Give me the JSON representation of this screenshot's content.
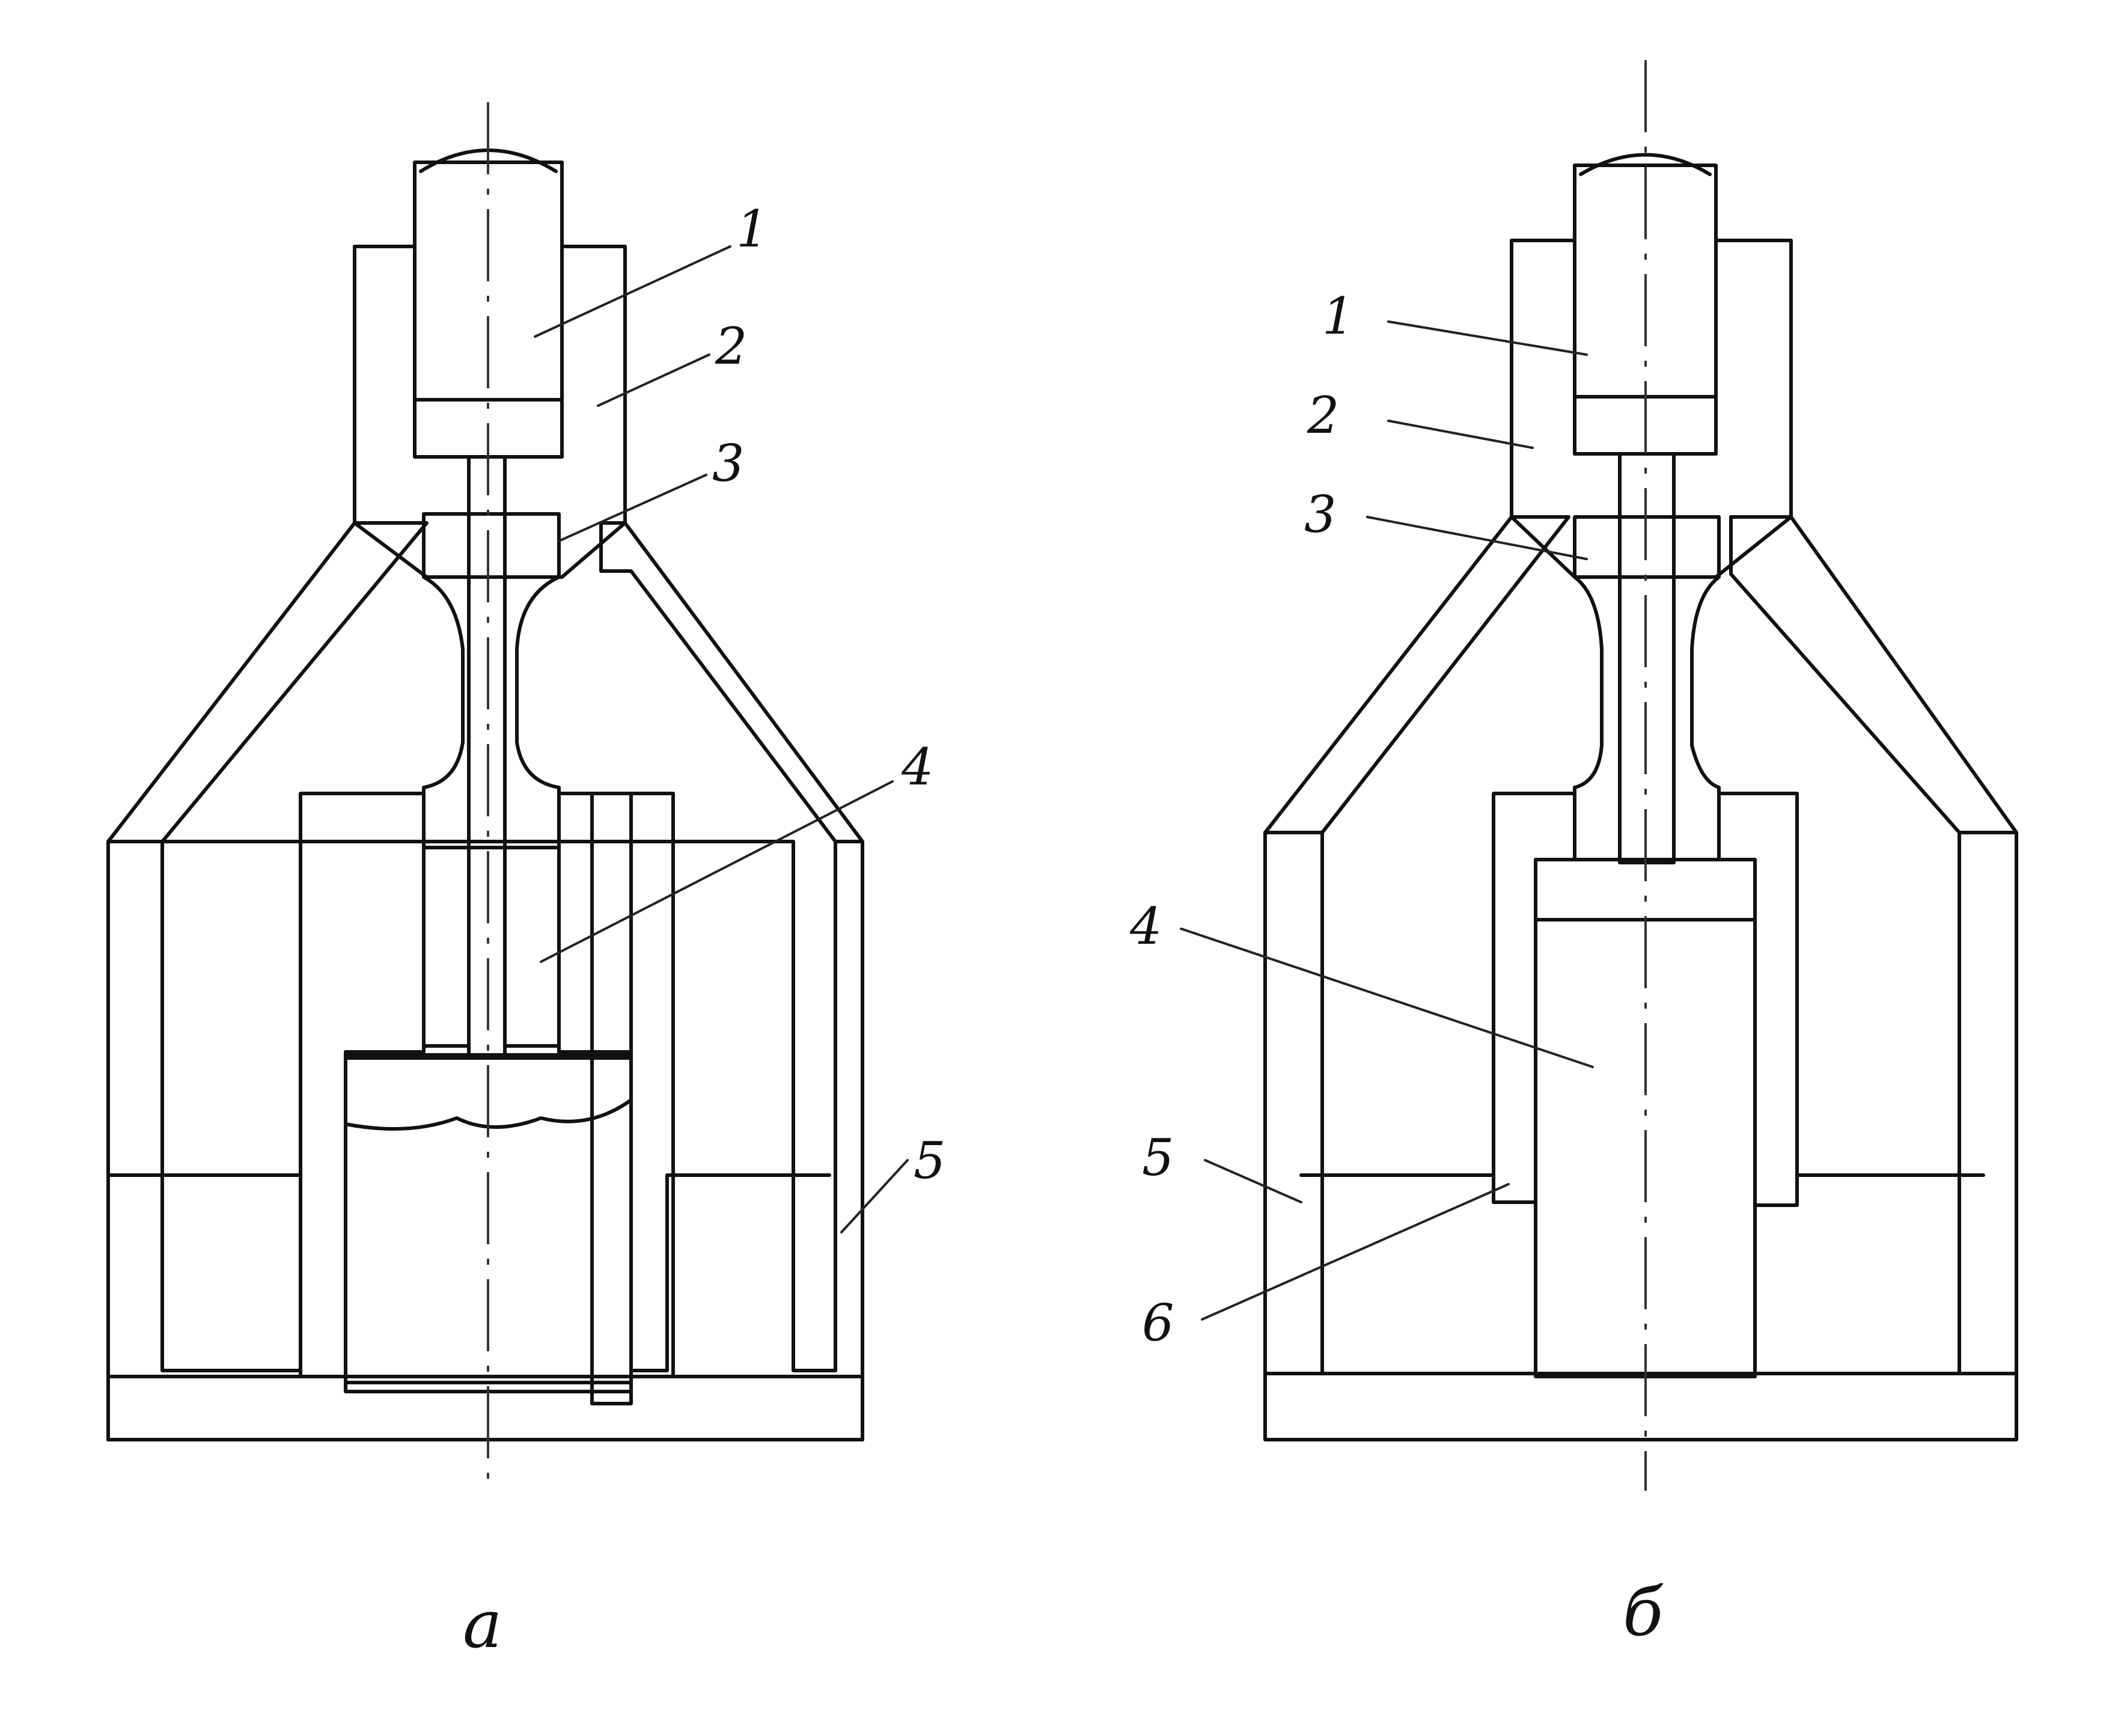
{
  "diagram": {
    "left": {
      "caption": "а",
      "labels": {
        "l1": "1",
        "l2": "2",
        "l3": "3",
        "l4": "4",
        "l5": "5"
      }
    },
    "right": {
      "caption": "б",
      "labels": {
        "l1": "1",
        "l2": "2",
        "l3": "3",
        "l4": "4",
        "l5": "5",
        "l6": "6"
      }
    }
  },
  "style": {
    "ink": "#111111",
    "paper": "#ffffff"
  }
}
